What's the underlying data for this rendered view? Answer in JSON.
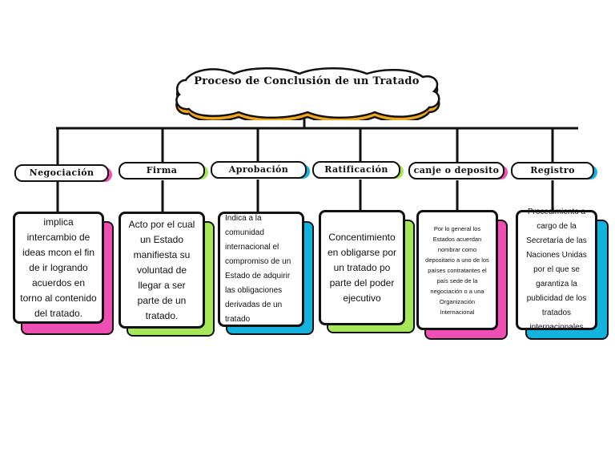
{
  "title": "Proceso de Conclusión de un Tratado",
  "colors": {
    "outline": "#111111",
    "cloud_shadow": "#f2a81d",
    "pink": "#ee4fb3",
    "green": "#a6e85a",
    "blue": "#14b3dd"
  },
  "steps": [
    {
      "label": "Negociación",
      "shadow": "pink",
      "description": "implica intercambio de ideas mcon el fin de ir logrando acuerdos en torno al contenido del tratado."
    },
    {
      "label": "Firma",
      "shadow": "green",
      "description": "Acto por el cual un Estado manifiesta su voluntad de llegar a ser parte de un tratado."
    },
    {
      "label": "Aprobación",
      "shadow": "blue",
      "description": "Indica a la comunidad internacional el compromiso de un Estado de adquirir las obligaciones derivadas de un tratado"
    },
    {
      "label": "Ratificación",
      "shadow": "green",
      "description": "Concentimiento en obligarse por un tratado po parte del poder ejecutivo"
    },
    {
      "label": "canje o deposito",
      "shadow": "pink",
      "description": "Por lo general los Estados acuerdan nombrar como depositario a uno de los países contratantes el país sede de la negociación o a una Organización Internacional"
    },
    {
      "label": "Registro",
      "shadow": "blue",
      "description": "Procedimiento a cargo de la Secretaría de las Naciones Unidas por el que se garantiza la publicidad de los tratados internacionales"
    }
  ]
}
